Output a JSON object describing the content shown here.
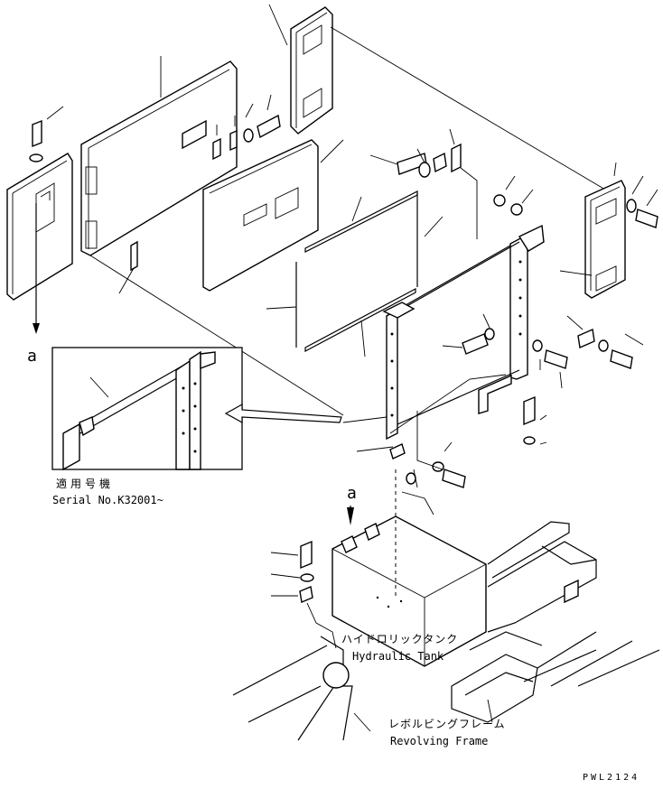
{
  "detail_view": {
    "marker": "a",
    "applicability_jp": "適用号機",
    "serial_range": "Serial No.K32001~"
  },
  "arrow_marker": "a",
  "hydraulic_tank": {
    "label_jp": "ハイドロリックタンク",
    "label_en": "Hydraulic Tank"
  },
  "revolving_frame": {
    "label_jp": "レボルビングフレーム",
    "label_en": "Revolving Frame"
  },
  "drawing_code": "PWL2124"
}
